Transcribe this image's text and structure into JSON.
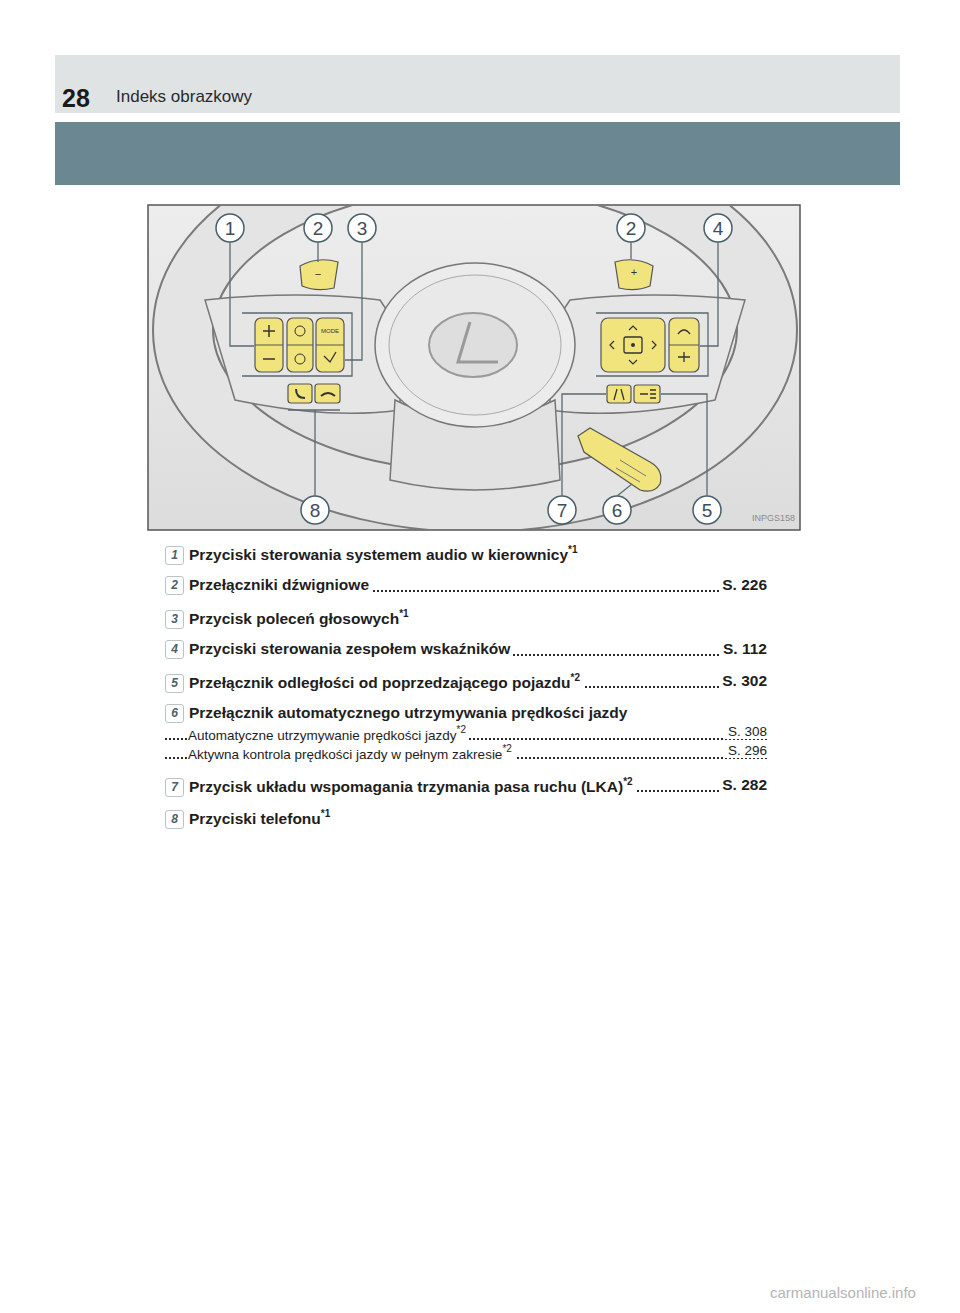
{
  "diagram": {
    "labels": [
      "28",
      "Indeks obrazkowy",
      "1",
      "2",
      "3",
      "2",
      "4",
      "8",
      "7",
      "6",
      "5",
      "−",
      "+",
      "MODE",
      "INPGS158",
      "1",
      "Przyciski sterowania systemem audio w kierownicy",
      "*1",
      "2",
      "Przełączniki dźwigniowe",
      "S. 226",
      "3",
      "Przycisk poleceń głosowych",
      "*1",
      "4",
      "Przyciski sterowania zespołem wskaźników",
      "S. 112",
      "5",
      "Przełącznik odległości od poprzedzającego pojazdu",
      "*2",
      "S. 302",
      "6",
      "Przełącznik automatycznego utrzymywania prędkości jazdy",
      "Automatyczne utrzymywanie prędkości jazdy",
      "*2",
      "S. 308",
      "Aktywna kontrola prędkości jazdy w pełnym zakresie",
      "*2",
      "S. 296",
      "7",
      "Przycisk układu wspomagania trzymania pasa ruchu (LKA)",
      "*2",
      "S. 282",
      "8",
      "Przyciski telefonu",
      "*1",
      "carmanualsonline.info"
    ]
  }
}
